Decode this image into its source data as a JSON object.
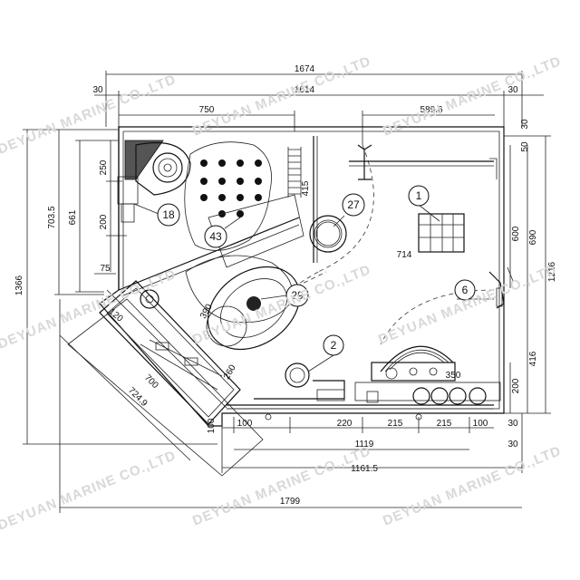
{
  "watermark": "DEYUAN MARINE CO.,LTD",
  "dimensions": {
    "overall_top": "1674",
    "top_left_30": "30",
    "top_inner": "1614",
    "top_right_30": "30",
    "top_750": "750",
    "top_589_6": "589.6",
    "left_1366": "1366",
    "left_703_5": "703.5",
    "left_661": "661",
    "left_250": "250",
    "left_200": "200",
    "left_75": "75",
    "right_30": "30",
    "right_50": "50",
    "right_600": "600",
    "right_690": "690",
    "right_1216": "1216",
    "right_416": "416",
    "right_200": "200",
    "right_bottom_30": "30",
    "mid_415": "415",
    "mid_714": "714",
    "mid_390": "390",
    "mid_350": "350",
    "mid_260": "260",
    "mid_120": "120",
    "mid_700": "700",
    "mid_724_9": "724.9",
    "mid_100_left": "100",
    "bottom_100": "100",
    "bottom_220": "220",
    "bottom_215_a": "215",
    "bottom_215_b": "215",
    "bottom_100_right": "100",
    "bottom_1119": "1119",
    "bottom_30": "30",
    "bottom_1161_5": "1161.5",
    "bottom_1799": "1799"
  },
  "callouts": {
    "c1": "1",
    "c2": "2",
    "c6": "6",
    "c18": "18",
    "c27": "27",
    "c29": "29",
    "c43": "43"
  }
}
